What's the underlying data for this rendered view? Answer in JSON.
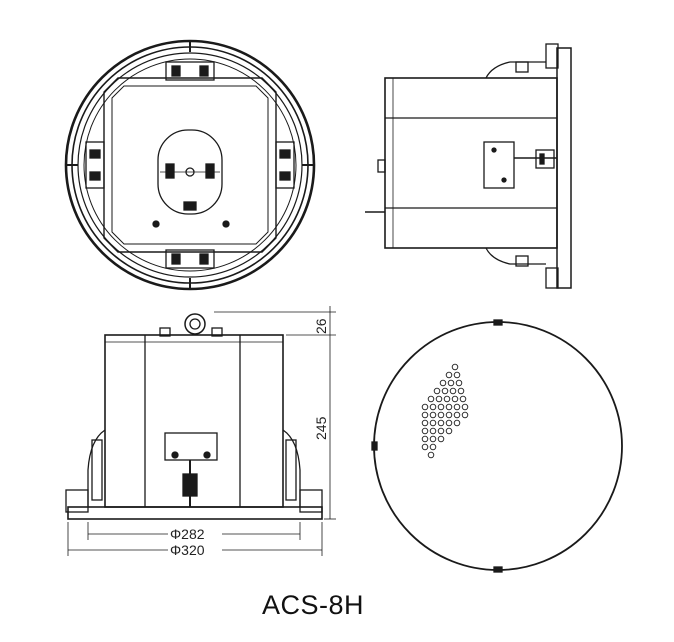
{
  "model": "ACS-8H",
  "dimensions": {
    "height_top": "26",
    "height_main": "245",
    "diameter_inner": "Φ282",
    "diameter_outer": "Φ320"
  },
  "colors": {
    "line": "#1a1a1a",
    "background": "#ffffff"
  }
}
